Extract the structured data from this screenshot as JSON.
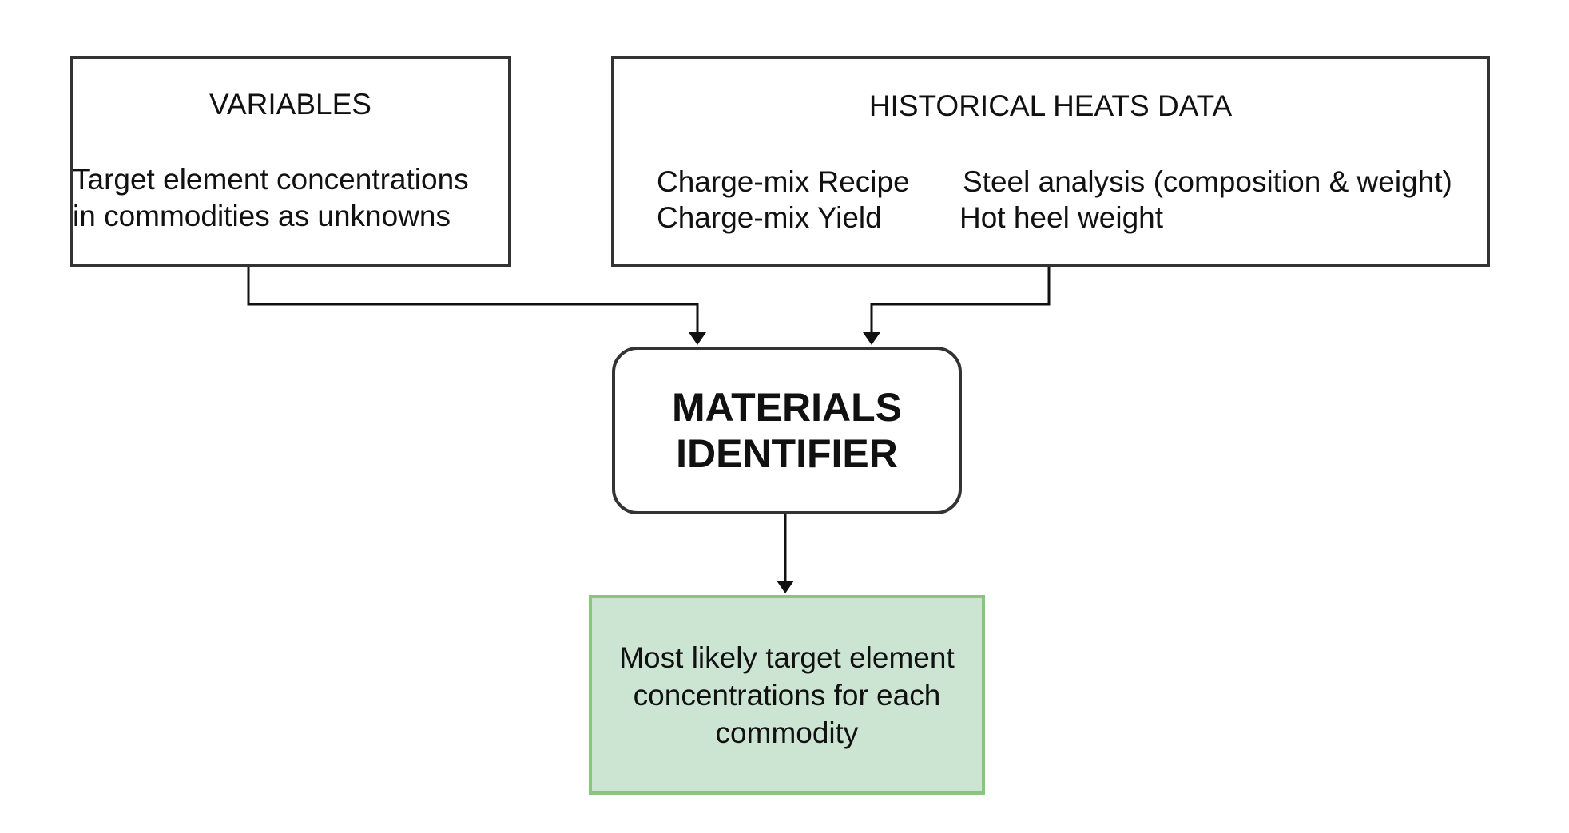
{
  "variables": {
    "title": "VARIABLES",
    "line1": "Target element concentrations",
    "line2": "in commodities as unknowns"
  },
  "historical": {
    "title": "HISTORICAL HEATS DATA",
    "recipe": "Charge-mix Recipe",
    "yield": "Charge-mix Yield",
    "steel_analysis": "Steel analysis (composition & weight)",
    "hot_heel": "Hot heel weight"
  },
  "identifier": {
    "line1": "MATERIALS",
    "line2": "IDENTIFIER"
  },
  "output": {
    "line1": "Most likely target element",
    "line2": "concentrations for each",
    "line3": "commodity"
  },
  "colors": {
    "box_border": "#333333",
    "output_fill": "#cce5d3",
    "output_border": "#8ac57f",
    "connector": "#111111"
  }
}
